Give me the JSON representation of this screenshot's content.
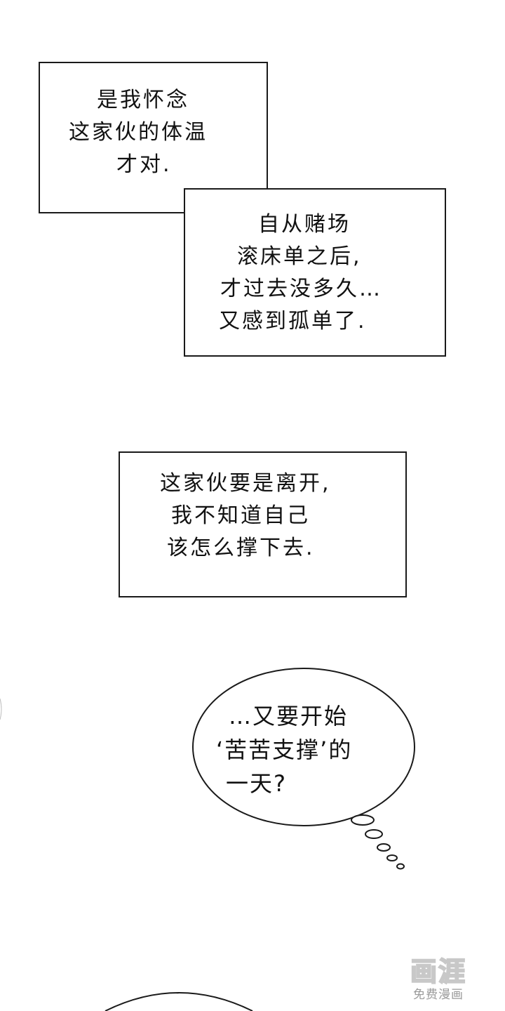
{
  "caption_1": {
    "lines": [
      "是我怀念",
      "这家伙的体温",
      "才对."
    ]
  },
  "caption_2": {
    "lines": [
      "自从赌场",
      "滚床单之后,",
      "才过去没多久…",
      "又感到孤单了."
    ]
  },
  "caption_3": {
    "lines": [
      "这家伙要是离开,",
      "我不知道自己",
      "该怎么撑下去."
    ]
  },
  "thought_bubble": {
    "lines": [
      "…又要开始",
      "‘苦苦支撑’的",
      "一天?"
    ]
  },
  "watermark": {
    "logo": "画涯",
    "subtitle": "免费漫画"
  }
}
